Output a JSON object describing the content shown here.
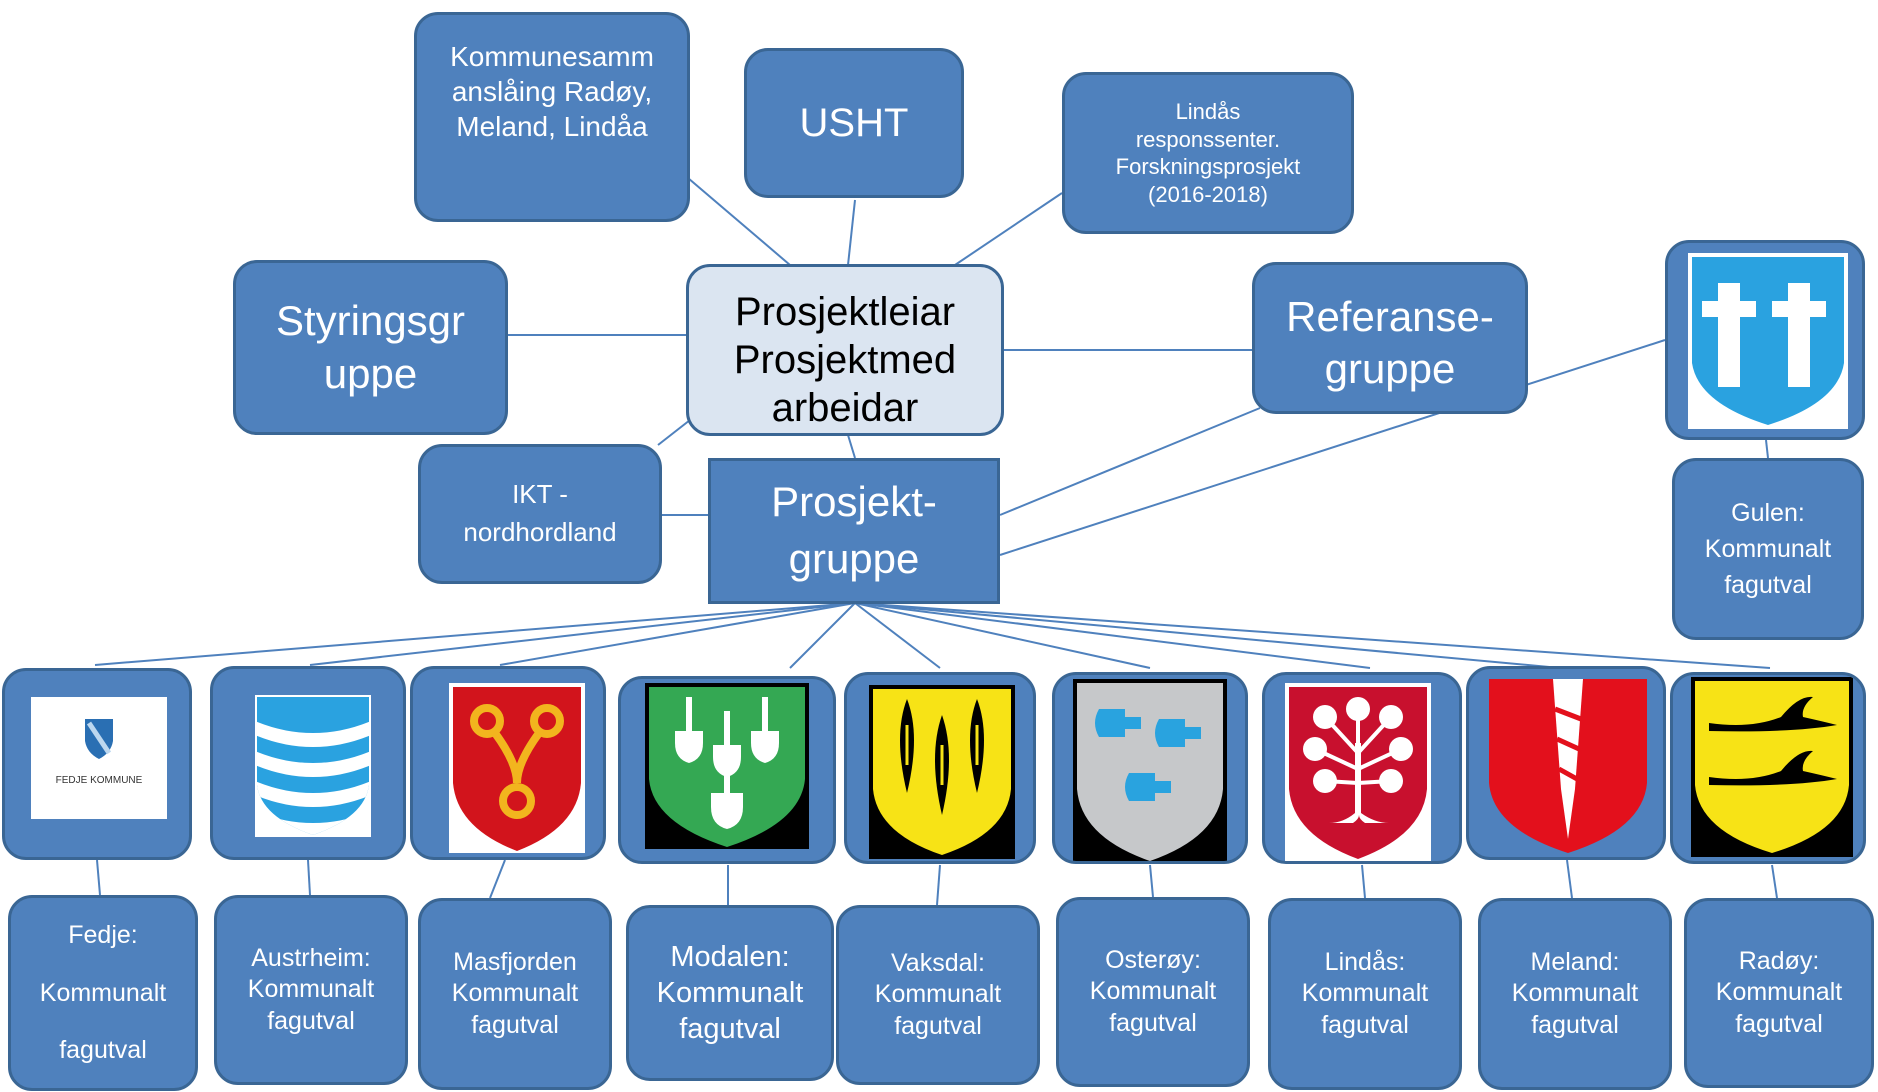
{
  "nodes": {
    "kommunesamanslaing": "Kommunesamm\nanslåing Radøy,\nMeland, Lindåa",
    "usht": "USHT",
    "lindas_responssenter": "Lindås\nresponssenter.\nForskningsprosjekt\n(2016-2018)",
    "styringsgruppe": "Styringsgr\nuppe",
    "prosjektleiar": "Prosjektleiar\nProsjektmed\narbeidar",
    "referansegruppe": "Referanse-\ngruppe",
    "ikt": "IKT -\nnordhordland",
    "prosjektgruppe": "Prosjekt-\ngruppe",
    "gulen": "Gulen:\nKommunalt\nfagutval"
  },
  "municipalities": [
    {
      "label": "Fedje:\n\nKommunalt\n\nfagutval",
      "logo_text": "FEDJE KOMMUNE"
    },
    {
      "label": "Austrheim:\nKommunalt\nfagutval"
    },
    {
      "label": "Masfjorden\nKommunalt\nfagutval"
    },
    {
      "label": "Modalen:\nKommunalt\nfagutval"
    },
    {
      "label": "Vaksdal:\nKommunalt\nfagutval"
    },
    {
      "label": "Osterøy:\nKommunalt\nfagutval"
    },
    {
      "label": "Lindås:\nKommunalt\nfagutval"
    },
    {
      "label": "Meland:\nKommunalt\nfagutval"
    },
    {
      "label": "Radøy:\nKommunalt\nfagutval"
    }
  ],
  "colors": {
    "node_fill": "#4f81bd",
    "node_border": "#3a6694",
    "center_fill": "#dbe5f1",
    "connector": "#4f81bd"
  }
}
